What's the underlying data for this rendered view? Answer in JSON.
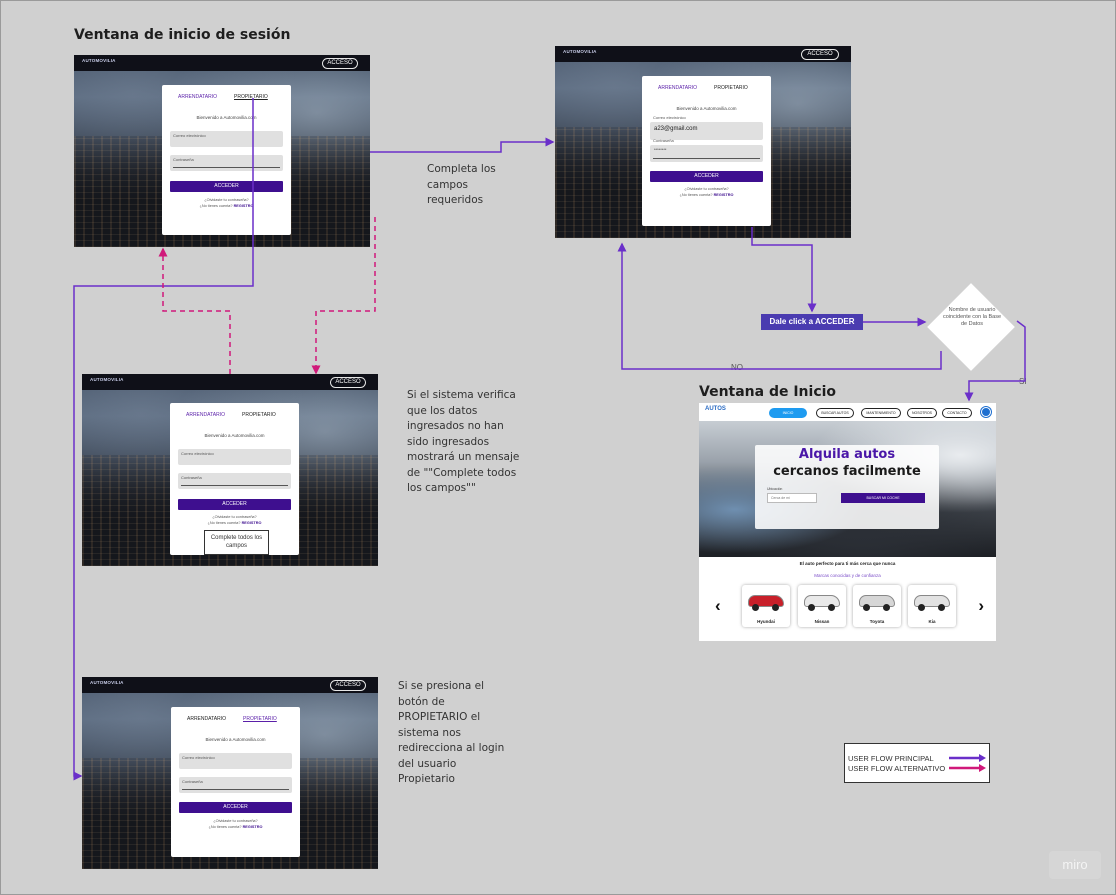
{
  "titles": {
    "login_window": "Ventana de inicio de sesión",
    "home_window": "Ventana de Inicio"
  },
  "login": {
    "logo_text": "AUTOMOVILIA",
    "top_button": "ACCESO",
    "tab_tenant": "ARRENDATARIO",
    "tab_owner": "PROPIETARIO",
    "welcome": "Bienvenido a Automovilia.com",
    "email_label": "Correo electrónico",
    "email_value": "a23@gmail.com",
    "password_label": "Contraseña",
    "password_value": "********",
    "submit": "ACCEDER",
    "forgot": "¿Olvidaste tu contraseña?",
    "register_prefix": "¿No tienes cuenta? ",
    "register_link": "REGISTRO",
    "error_message": "Complete todos los campos"
  },
  "notes": {
    "complete_fields": "Completa los\ncampos\nrequeridos",
    "validation": "Si el sistema verifica\nque los datos\ningresados no han\nsido ingresados\nmostrará un mensaje\nde \"\"Complete todos\nlos campos\"\"",
    "owner_login": "Si se presiona el\nbotón de\nPROPIETARIO el\nsistema nos\nredirecciona al login\ndel usuario\nPropietario"
  },
  "flow": {
    "click_acceder": "Dale click a ACCEDER",
    "decision": "Nombre de usuario coincidente con la Base de Datos",
    "no_label": "NO",
    "yes_label": "SI"
  },
  "home": {
    "logo_text": "AUTOS",
    "nav": [
      "INICIO",
      "BUSCAR AUTOS",
      "MANTENIMIENTO",
      "NOSOTROS",
      "CONTACTO"
    ],
    "hero_line1": "Alquila autos",
    "hero_line2": "cercanos facilmente",
    "location_label": "Ubicación",
    "location_placeholder": "Cerca de mí",
    "search_button": "BUSCAR MI COCHE",
    "tagline": "El auto perfecto para ti más cerca que nunca",
    "subtagline": "Marcas conocidas y de confianza",
    "prev_arrow": "‹",
    "next_arrow": "›",
    "cars": [
      {
        "name": "Hyundai",
        "color": "#c8202a"
      },
      {
        "name": "Nissan",
        "color": "#e9e9e9"
      },
      {
        "name": "Toyota",
        "color": "#d6d6d6"
      },
      {
        "name": "Kia",
        "color": "#e2e2e2"
      }
    ]
  },
  "legend": {
    "primary": "USER FLOW PRINCIPAL",
    "alternative": "USER FLOW ALTERNATIVO",
    "primary_color": "#6a2fc9",
    "alternative_color": "#d0197a"
  },
  "watermark": "miro"
}
